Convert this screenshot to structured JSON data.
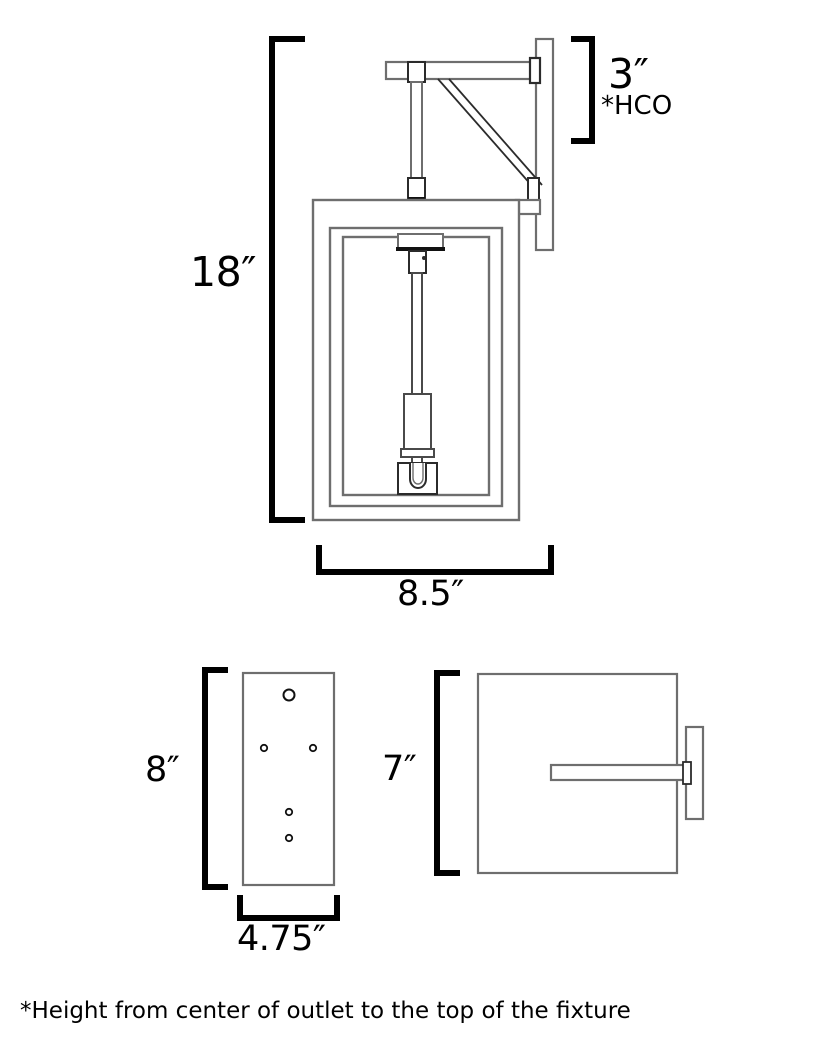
{
  "document": {
    "type": "product-dimension-spec-drawing",
    "subject": "outdoor wall lantern sconce",
    "background_color": "#ffffff",
    "line_color": "#000000",
    "part_outline_color": "#6e6e6e"
  },
  "dimensions": {
    "height": "18″",
    "height_above_outlet": "3″",
    "height_above_outlet_note": "*HCO",
    "width": "8.5″",
    "backplate_height": "8″",
    "backplate_width": "4.75″",
    "depth": "7″"
  },
  "footnote": {
    "text": "*Height from center of outlet to the top of the fixture"
  },
  "views": {
    "side_elevation": {
      "name": "Side elevation with arm and wall plate"
    },
    "backplate": {
      "name": "Backplate front view",
      "hole_count": 5
    },
    "top_plan": {
      "name": "Top plan view with arm"
    }
  }
}
